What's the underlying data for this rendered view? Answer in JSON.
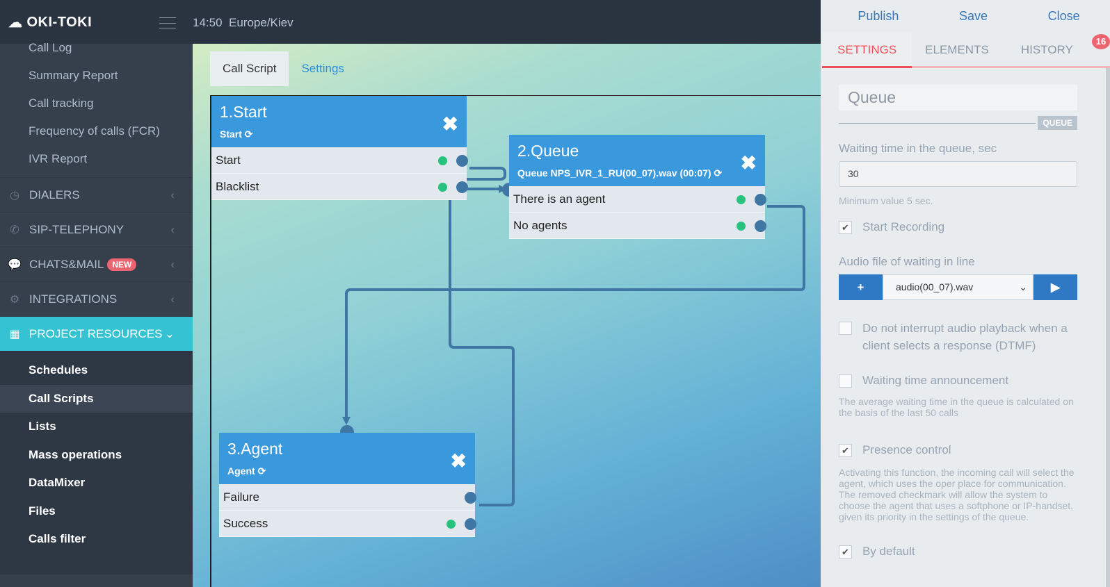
{
  "header": {
    "logo": "OKI-TOKI",
    "time": "14:50",
    "timezone": "Europe/Kiev"
  },
  "sidebar": {
    "reports": [
      "Call Log",
      "Summary Report",
      "Call tracking",
      "Frequency of calls (FCR)",
      "IVR Report"
    ],
    "sections": [
      {
        "label": "DIALERS",
        "icon": "clock-icon"
      },
      {
        "label": "SIP-TELEPHONY",
        "icon": "phone-icon"
      },
      {
        "label": "CHATS&MAIL",
        "icon": "chat-icon",
        "badge": "NEW"
      },
      {
        "label": "INTEGRATIONS",
        "icon": "gears-icon"
      },
      {
        "label": "PROJECT RESOURCES",
        "icon": "grid-icon"
      }
    ],
    "resources": [
      "Schedules",
      "Call Scripts",
      "Lists",
      "Mass operations",
      "DataMixer",
      "Files",
      "Calls filter"
    ],
    "selected": "Call Scripts"
  },
  "canvas": {
    "tabs": [
      "Call Script",
      "Settings"
    ],
    "nodes": [
      {
        "title": "1.Start",
        "subtitle": "Start",
        "outputs": [
          "Start",
          "Blacklist"
        ]
      },
      {
        "title": "2.Queue",
        "subtitle": "Queue NPS_IVR_1_RU(00_07).wav (00:07)",
        "outputs": [
          "There is an agent",
          "No agents"
        ]
      },
      {
        "title": "3.Agent",
        "subtitle": "Agent",
        "outputs": [
          "Failure",
          "Success"
        ]
      }
    ]
  },
  "panel": {
    "actions": [
      "Publish",
      "Save",
      "Close"
    ],
    "tabs": [
      "SETTINGS",
      "ELEMENTS",
      "HISTORY"
    ],
    "history_count": "16",
    "name": "Queue",
    "type_tag": "QUEUE",
    "wait_label": "Waiting time in the queue, sec",
    "wait_value": "30",
    "wait_hint": "Minimum value 5 sec.",
    "start_recording": "Start Recording",
    "audio_label": "Audio file of waiting in line",
    "audio_add": "+",
    "audio_value": "audio(00_07).wav",
    "audio_play": "▶",
    "no_interrupt": "Do not interrupt audio playback when a client selects a response (DTMF)",
    "announce": "Waiting time announcement",
    "announce_hint": "The average waiting time in the queue is calculated on the basis of the last 50 calls",
    "presence": "Presence control",
    "presence_hint": "Activating this function, the incoming call will select the agent, which uses the oper place for communication. The removed checkmark will allow the system to choose the agent that uses a softphone or IP-handset, given its priority in the settings of the queue.",
    "by_default": "By default",
    "colors": {
      "accent": "#f0505c",
      "node": "#3a99dc",
      "active_section": "#35c3d3"
    }
  }
}
